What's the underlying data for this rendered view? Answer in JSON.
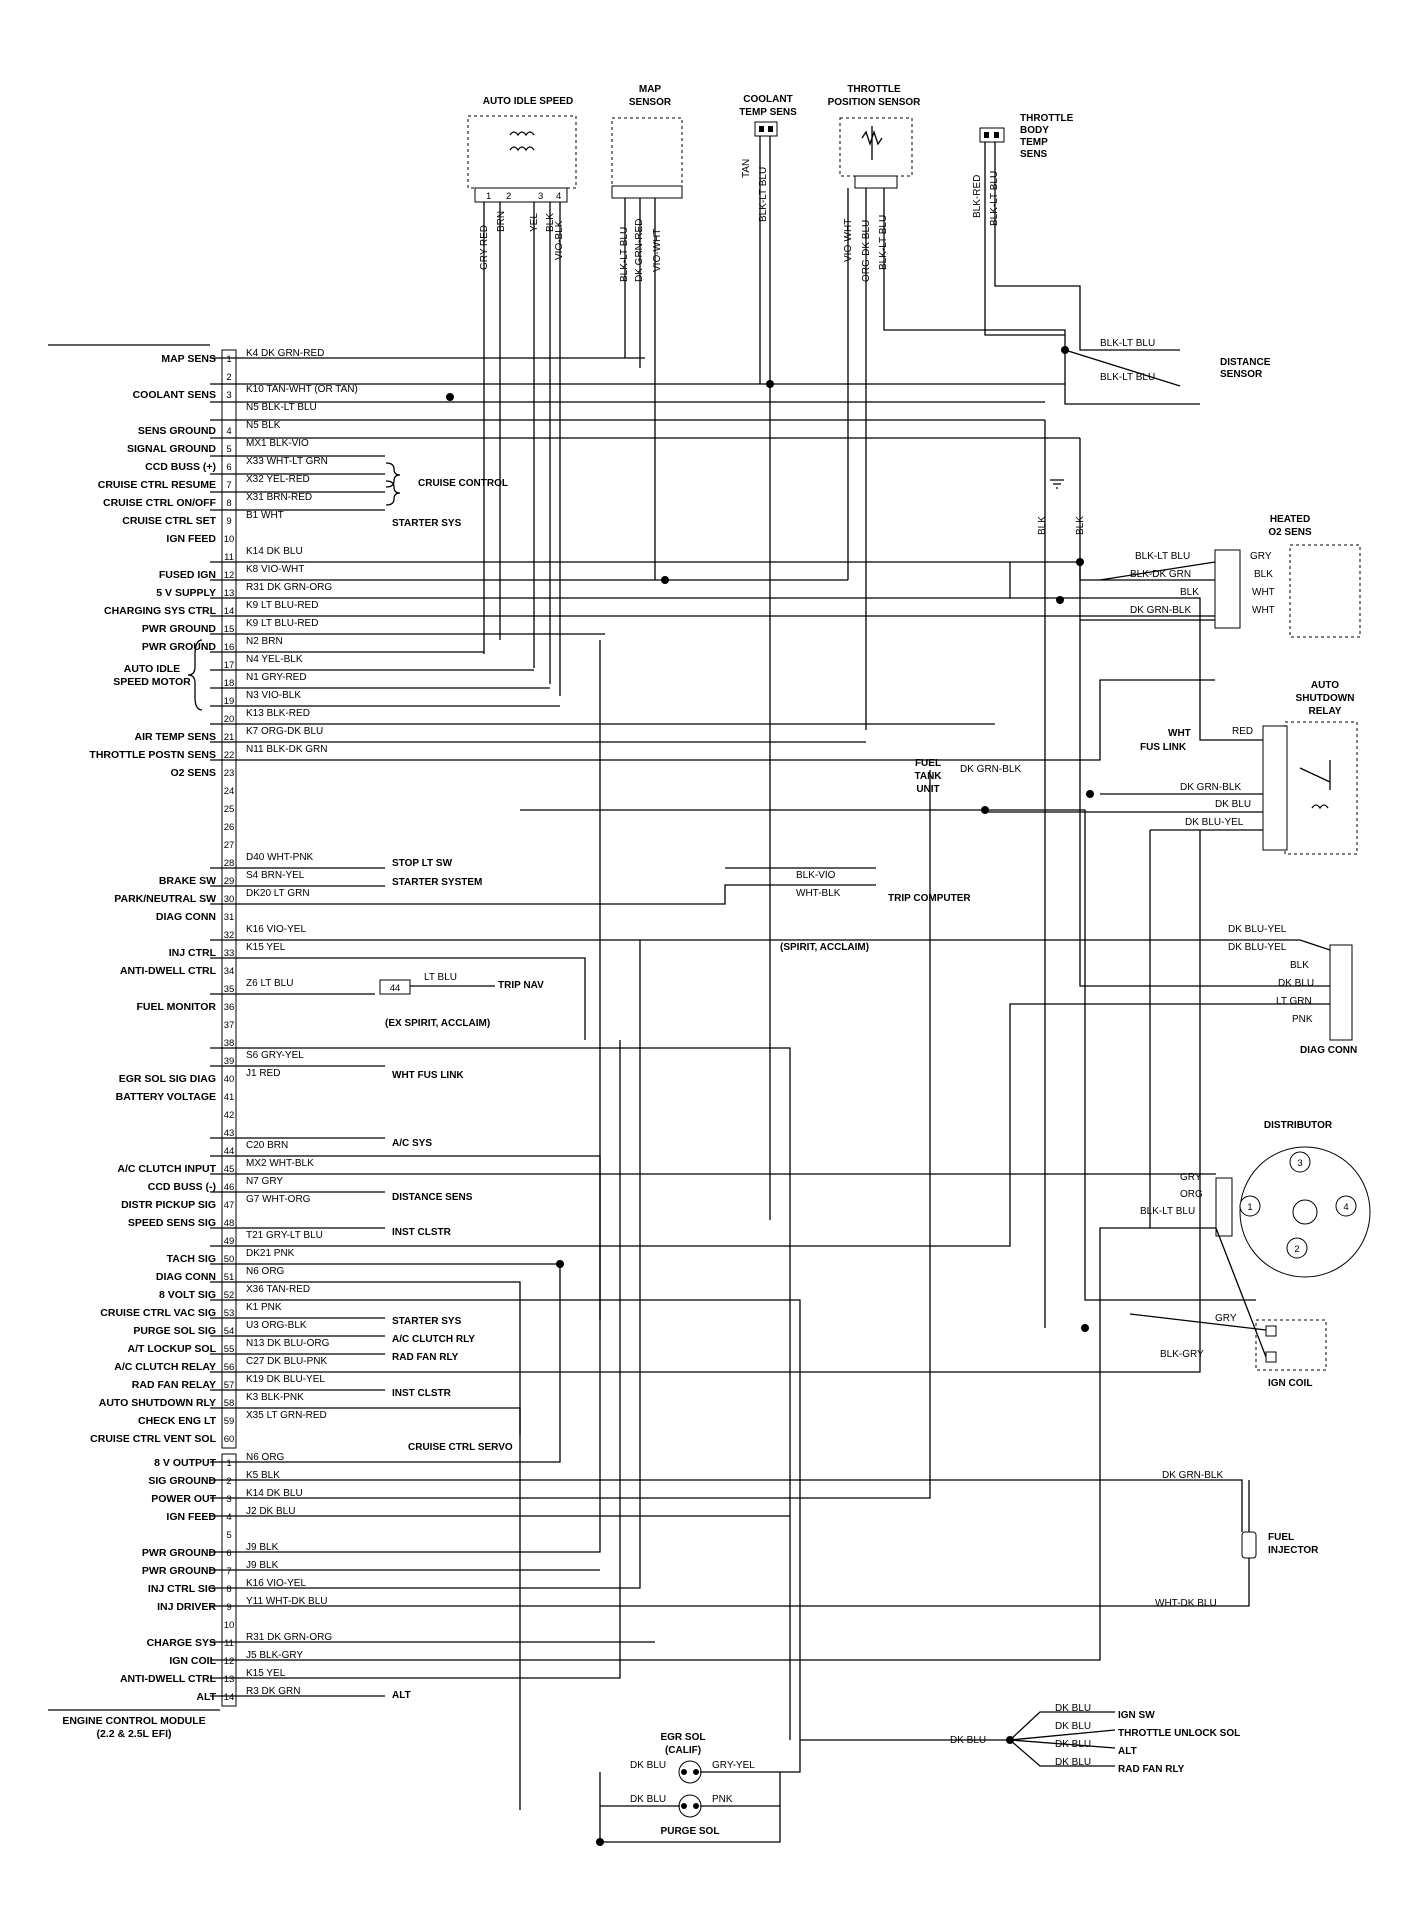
{
  "ecm": {
    "title_line1": "ENGINE CONTROL MODULE",
    "title_line2": "(2.2 & 2.5L EFI)",
    "connector1": [
      {
        "pin": "1",
        "label": "MAP SENS",
        "wire": "K4 DK GRN-RED"
      },
      {
        "pin": "2",
        "label": "",
        "wire": ""
      },
      {
        "pin": "3",
        "label": "COOLANT SENS",
        "wire": "K10 TAN-WHT (OR TAN)"
      },
      {
        "pin": "",
        "label": "",
        "wire": "N5 BLK-LT BLU"
      },
      {
        "pin": "4",
        "label": "SENS GROUND",
        "wire": "N5 BLK"
      },
      {
        "pin": "5",
        "label": "SIGNAL GROUND",
        "wire": "MX1 BLK-VIO"
      },
      {
        "pin": "6",
        "label": "CCD BUSS (+)",
        "wire": "X33 WHT-LT GRN"
      },
      {
        "pin": "7",
        "label": "CRUISE CTRL RESUME",
        "wire": "X32 YEL-RED"
      },
      {
        "pin": "8",
        "label": "CRUISE CTRL ON/OFF",
        "wire": "X31 BRN-RED"
      },
      {
        "pin": "9",
        "label": "CRUISE CTRL SET",
        "wire": "B1 WHT"
      },
      {
        "pin": "10",
        "label": "IGN FEED",
        "wire": ""
      },
      {
        "pin": "11",
        "label": "",
        "wire": "K14 DK BLU"
      },
      {
        "pin": "12",
        "label": "FUSED IGN",
        "wire": "K8 VIO-WHT"
      },
      {
        "pin": "13",
        "label": "5 V SUPPLY",
        "wire": "R31 DK GRN-ORG"
      },
      {
        "pin": "14",
        "label": "CHARGING SYS CTRL",
        "wire": "K9 LT BLU-RED"
      },
      {
        "pin": "15",
        "label": "PWR GROUND",
        "wire": "K9 LT BLU-RED"
      },
      {
        "pin": "16",
        "label": "PWR GROUND",
        "wire": "N2 BRN"
      },
      {
        "pin": "17",
        "label": "",
        "wire": "N4 YEL-BLK"
      },
      {
        "pin": "18",
        "label": "",
        "wire": "N1 GRY-RED"
      },
      {
        "pin": "19",
        "label": "",
        "wire": "N3 VIO-BLK"
      },
      {
        "pin": "20",
        "label": "",
        "wire": "K13 BLK-RED"
      },
      {
        "pin": "21",
        "label": "AIR TEMP SENS",
        "wire": "K7 ORG-DK BLU"
      },
      {
        "pin": "22",
        "label": "THROTTLE POSTN SENS",
        "wire": "N11 BLK-DK GRN"
      },
      {
        "pin": "23",
        "label": "O2 SENS",
        "wire": ""
      },
      {
        "pin": "24",
        "label": "",
        "wire": ""
      },
      {
        "pin": "25",
        "label": "",
        "wire": ""
      },
      {
        "pin": "26",
        "label": "",
        "wire": ""
      },
      {
        "pin": "27",
        "label": "",
        "wire": ""
      },
      {
        "pin": "28",
        "label": "",
        "wire": "D40 WHT-PNK"
      },
      {
        "pin": "29",
        "label": "BRAKE SW",
        "wire": "S4 BRN-YEL"
      },
      {
        "pin": "30",
        "label": "PARK/NEUTRAL SW",
        "wire": "DK20 LT GRN"
      },
      {
        "pin": "31",
        "label": "DIAG CONN",
        "wire": ""
      },
      {
        "pin": "32",
        "label": "",
        "wire": "K16 VIO-YEL"
      },
      {
        "pin": "33",
        "label": "INJ CTRL",
        "wire": "K15 YEL"
      },
      {
        "pin": "34",
        "label": "ANTI-DWELL CTRL",
        "wire": ""
      },
      {
        "pin": "35",
        "label": "",
        "wire": "Z6 LT BLU"
      },
      {
        "pin": "36",
        "label": "FUEL MONITOR",
        "wire": ""
      },
      {
        "pin": "37",
        "label": "",
        "wire": ""
      },
      {
        "pin": "38",
        "label": "",
        "wire": ""
      },
      {
        "pin": "39",
        "label": "",
        "wire": "S6 GRY-YEL"
      },
      {
        "pin": "40",
        "label": "EGR SOL SIG DIAG",
        "wire": "J1 RED"
      },
      {
        "pin": "41",
        "label": "BATTERY VOLTAGE",
        "wire": ""
      },
      {
        "pin": "42",
        "label": "",
        "wire": ""
      },
      {
        "pin": "43",
        "label": "",
        "wire": ""
      },
      {
        "pin": "44",
        "label": "",
        "wire": "C20 BRN"
      },
      {
        "pin": "45",
        "label": "A/C CLUTCH INPUT",
        "wire": "MX2 WHT-BLK"
      },
      {
        "pin": "46",
        "label": "CCD BUSS (-)",
        "wire": "N7 GRY"
      },
      {
        "pin": "47",
        "label": "DISTR PICKUP SIG",
        "wire": "G7 WHT-ORG"
      },
      {
        "pin": "48",
        "label": "SPEED SENS SIG",
        "wire": ""
      },
      {
        "pin": "49",
        "label": "",
        "wire": "T21 GRY-LT BLU"
      },
      {
        "pin": "50",
        "label": "TACH SIG",
        "wire": "DK21 PNK"
      },
      {
        "pin": "51",
        "label": "DIAG CONN",
        "wire": "N6 ORG"
      },
      {
        "pin": "52",
        "label": "8 VOLT SIG",
        "wire": "X36 TAN-RED"
      },
      {
        "pin": "53",
        "label": "CRUISE CTRL VAC SIG",
        "wire": "K1 PNK"
      },
      {
        "pin": "54",
        "label": "PURGE SOL SIG",
        "wire": "U3 ORG-BLK"
      },
      {
        "pin": "55",
        "label": "A/T LOCKUP SOL",
        "wire": "N13 DK BLU-ORG"
      },
      {
        "pin": "56",
        "label": "A/C CLUTCH RELAY",
        "wire": "C27 DK BLU-PNK"
      },
      {
        "pin": "57",
        "label": "RAD FAN RELAY",
        "wire": "K19 DK BLU-YEL"
      },
      {
        "pin": "58",
        "label": "AUTO SHUTDOWN RLY",
        "wire": "K3 BLK-PNK"
      },
      {
        "pin": "59",
        "label": "CHECK ENG LT",
        "wire": "X35 LT GRN-RED"
      },
      {
        "pin": "60",
        "label": "CRUISE CTRL VENT SOL",
        "wire": ""
      }
    ],
    "auto_idle_group": "AUTO IDLE SPEED MOTOR",
    "connector2": [
      {
        "pin": "1",
        "label": "8 V OUTPUT",
        "wire": "N6 ORG"
      },
      {
        "pin": "2",
        "label": "SIG GROUND",
        "wire": "K5 BLK"
      },
      {
        "pin": "3",
        "label": "POWER OUT",
        "wire": "K14 DK BLU"
      },
      {
        "pin": "4",
        "label": "IGN FEED",
        "wire": "J2 DK BLU"
      },
      {
        "pin": "5",
        "label": "",
        "wire": ""
      },
      {
        "pin": "6",
        "label": "PWR GROUND",
        "wire": "J9 BLK"
      },
      {
        "pin": "7",
        "label": "PWR GROUND",
        "wire": "J9 BLK"
      },
      {
        "pin": "8",
        "label": "INJ CTRL SIG",
        "wire": "K16 VIO-YEL"
      },
      {
        "pin": "9",
        "label": "INJ DRIVER",
        "wire": "Y11 WHT-DK BLU"
      },
      {
        "pin": "10",
        "label": "",
        "wire": ""
      },
      {
        "pin": "11",
        "label": "CHARGE SYS",
        "wire": "R31 DK GRN-ORG"
      },
      {
        "pin": "12",
        "label": "IGN COIL",
        "wire": "J5 BLK-GRY"
      },
      {
        "pin": "13",
        "label": "ANTI-DWELL CTRL",
        "wire": "K15 YEL"
      },
      {
        "pin": "14",
        "label": "ALT",
        "wire": "R3 DK GRN"
      }
    ]
  },
  "destinations": {
    "cruise_control": "CRUISE CONTROL",
    "starter_sys": "STARTER SYS",
    "stop_lt_sw": "STOP LT SW",
    "starter_system": "STARTER SYSTEM",
    "trip_computer": "TRIP COMPUTER",
    "spirit_acclaim": "(SPIRIT, ACCLAIM)",
    "ex_spirit_acclaim": "(EX SPIRIT, ACCLAIM)",
    "trip_nav": "TRIP NAV",
    "lt_blu": "LT BLU",
    "splice_44": "44",
    "wht_fus_link": "WHT FUS LINK",
    "ac_sys": "A/C SYS",
    "distance_sens": "DISTANCE SENS",
    "inst_clstr_1": "INST CLSTR",
    "starter_sys_2": "STARTER SYS",
    "ac_clutch_rly": "A/C CLUTCH RLY",
    "rad_fan_rly": "RAD FAN RLY",
    "inst_clstr_2": "INST CLSTR",
    "cruise_ctrl_servo": "CRUISE CTRL SERVO",
    "alt": "ALT",
    "trip_wire_1": "BLK-VIO",
    "trip_wire_2": "WHT-BLK"
  },
  "components": {
    "auto_idle_speed": {
      "title": "AUTO IDLE SPEED",
      "pins": [
        "1",
        "2",
        "3",
        "4"
      ],
      "wires": [
        "GRY-RED",
        "BRN",
        "YEL",
        "BLK",
        "VIO-BLK"
      ]
    },
    "map_sensor": {
      "title1": "MAP",
      "title2": "SENSOR",
      "wires": [
        "BLK-LT BLU",
        "DK GRN-RED",
        "VIO-WHT"
      ]
    },
    "coolant_temp": {
      "title1": "COOLANT",
      "title2": "TEMP SENS",
      "wires": [
        "TAN",
        "BLK-LT BLU"
      ]
    },
    "throttle_pos": {
      "title1": "THROTTLE",
      "title2": "POSITION SENSOR",
      "wires": [
        "VIO-WHT",
        "ORG-DK BLU",
        "BLK-LT BLU"
      ]
    },
    "throttle_body_temp": {
      "title1": "THROTTLE",
      "title2": "BODY",
      "title3": "TEMP",
      "title4": "SENS",
      "wires": [
        "BLK-RED",
        "BLK-LT BLU"
      ]
    },
    "distance_sensor": {
      "title1": "DISTANCE",
      "title2": "SENSOR",
      "wires": [
        "BLK-LT BLU",
        "BLK-LT BLU"
      ]
    },
    "heated_o2": {
      "title1": "HEATED",
      "title2": "O2 SENS",
      "wires": [
        "BLK-LT BLU",
        "BLK-DK GRN",
        "BLK",
        "DK GRN-BLK"
      ],
      "pins": [
        "GRY",
        "BLK",
        "WHT",
        "WHT"
      ],
      "ground": [
        "BLK",
        "BLK"
      ]
    },
    "auto_shutdown": {
      "title1": "AUTO",
      "title2": "SHUTDOWN",
      "title3": "RELAY",
      "wht": "WHT",
      "fus_link": "FUS LINK",
      "wires": [
        "RED",
        "DK GRN-BLK",
        "DK BLU",
        "DK BLU-YEL"
      ]
    },
    "fuel_tank": {
      "title1": "FUEL",
      "title2": "TANK",
      "title3": "UNIT",
      "wire": "DK GRN-BLK"
    },
    "diag_conn": {
      "title": "DIAG CONN",
      "wires": [
        "DK BLU-YEL",
        "DK BLU-YEL",
        "BLK",
        "DK BLU",
        "LT GRN",
        "PNK"
      ]
    },
    "distributor": {
      "title": "DISTRIBUTOR",
      "pins": [
        "1",
        "2",
        "3",
        "4"
      ],
      "wires": [
        "GRY",
        "ORG",
        "BLK-LT BLU"
      ]
    },
    "ign_coil": {
      "title": "IGN COIL",
      "wires": [
        "GRY",
        "BLK-GRY"
      ]
    },
    "fuel_injector": {
      "title1": "FUEL",
      "title2": "INJECTOR",
      "wires": [
        "DK GRN-BLK",
        "WHT-DK BLU"
      ]
    },
    "egr_sol": {
      "title1": "EGR SOL",
      "title2": "(CALIF)",
      "wires": [
        "DK BLU",
        "GRY-YEL"
      ]
    },
    "purge_sol": {
      "title": "PURGE SOL",
      "wires": [
        "DK BLU",
        "PNK"
      ]
    },
    "dk_blu_bus": {
      "feed": "DK BLU",
      "branches": [
        "DK BLU",
        "DK BLU",
        "DK BLU",
        "DK BLU"
      ],
      "dest": [
        "IGN SW",
        "THROTTLE UNLOCK SOL",
        "ALT",
        "RAD FAN RLY"
      ]
    }
  }
}
